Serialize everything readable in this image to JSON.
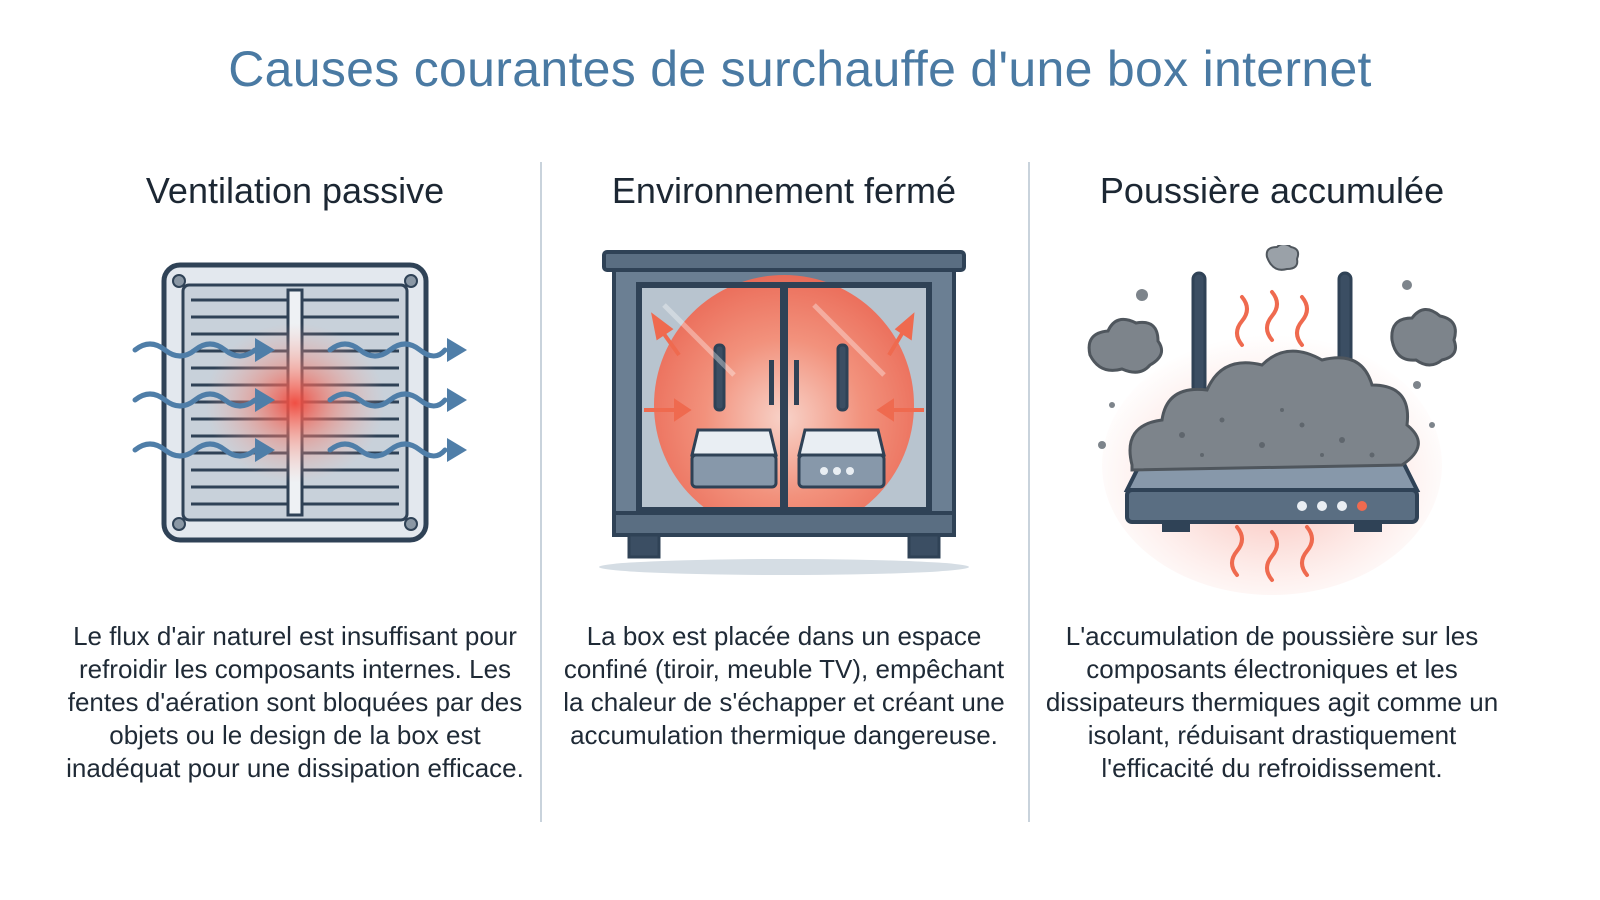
{
  "title": "Causes courantes de surchauffe d'une box internet",
  "columns": [
    {
      "heading": "Ventilation passive",
      "icon": "ventilation-grille-icon",
      "text": "Le flux d'air naturel est insuffisant pour refroidir les composants internes. Les fentes d'aération sont bloquées par des objets ou le design de la box est inadéquat pour une dissipation efficace."
    },
    {
      "heading": "Environnement fermé",
      "icon": "closed-cabinet-router-icon",
      "text": "La box est placée dans un espace confiné (tiroir, meuble TV), empêchant la chaleur de s'échapper et créant une accumulation thermique dangereuse."
    },
    {
      "heading": "Poussière accumulée",
      "icon": "dusty-router-icon",
      "text": "L'accumulation de poussière sur les composants électroniques et les dissipateurs thermiques agit comme un isolant, réduisant drastiquement l'efficacité du refroidissement."
    }
  ],
  "colors": {
    "title": "#4a7aa3",
    "heading": "#1c2733",
    "body_text": "#1f2a36",
    "outline": "#2f4256",
    "airflow_arrow": "#4f7ea8",
    "heat": "#f0563f",
    "dust": "#7d848b",
    "divider": "#c9d3dc"
  }
}
